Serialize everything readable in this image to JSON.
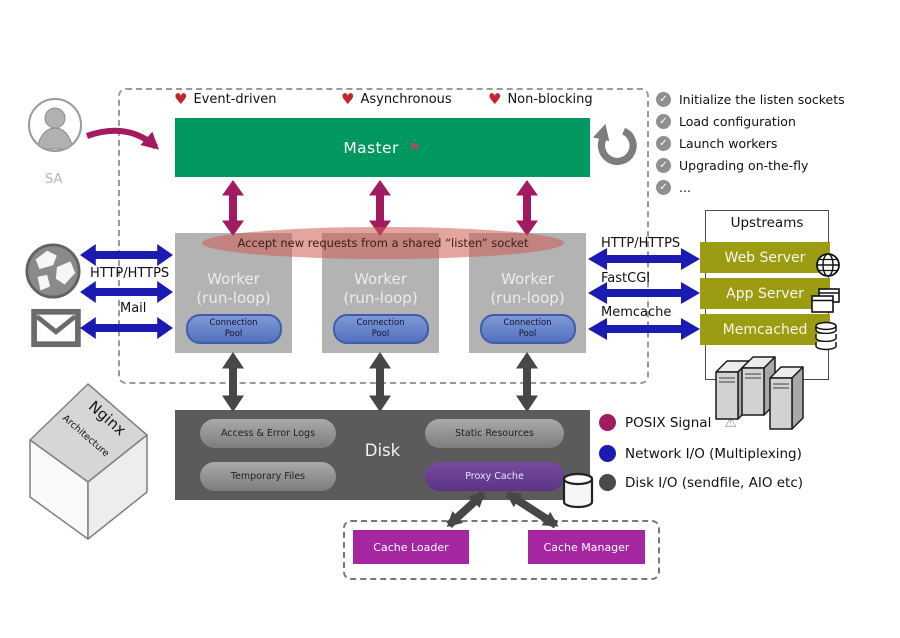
{
  "title_cube": {
    "line1": "Nginx",
    "line2": "Architecture"
  },
  "actor": {
    "label": "SA"
  },
  "features": [
    {
      "label": "Event-driven"
    },
    {
      "label": "Asynchronous"
    },
    {
      "label": "Non-blocking"
    }
  ],
  "master": {
    "label": "Master"
  },
  "checklist": [
    "Initialize the listen sockets",
    "Load configuration",
    "Launch workers",
    "Upgrading on-the-fly",
    "..."
  ],
  "shared_socket_note": "Accept new requests from a shared “listen” socket",
  "workers": {
    "title": "Worker",
    "subtitle": "(run-loop)",
    "pool": "Connection Pool"
  },
  "left_channels": {
    "http": "HTTP/HTTPS",
    "mail": "Mail"
  },
  "right_channels": {
    "http": "HTTP/HTTPS",
    "fastcgi": "FastCGI",
    "memcache": "Memcache"
  },
  "upstreams": {
    "title": "Upstreams",
    "items": [
      {
        "label": "Web Server"
      },
      {
        "label": "App Server"
      },
      {
        "label": "Memcached"
      }
    ]
  },
  "disk": {
    "title": "Disk",
    "pills": [
      {
        "label": "Access & Error Logs"
      },
      {
        "label": "Temporary Files"
      },
      {
        "label": "Static Resources"
      },
      {
        "label": "Proxy Cache"
      }
    ]
  },
  "cache": {
    "loader": "Cache Loader",
    "manager": "Cache Manager"
  },
  "legend": [
    {
      "label": "POSIX Signal",
      "color": "#a21a5f"
    },
    {
      "label": "Network I/O (Multiplexing)",
      "color": "#1b1bb2"
    },
    {
      "label": "Disk I/O (sendfile, AIO etc)",
      "color": "#4a4a4a"
    }
  ],
  "icons": {
    "heart": "♥",
    "check": "✓",
    "flag": "⚑",
    "warning": "⚠"
  },
  "colors": {
    "master_green": "#009760",
    "worker_gray": "#b3b3b3",
    "upstream_olive": "#9c9c13",
    "proxy_purple": "#6a4090",
    "cache_magenta": "#a526a0",
    "signal_magenta": "#a21a5f",
    "network_blue": "#1b1bb2",
    "disk_gray": "#5b5b5b"
  }
}
